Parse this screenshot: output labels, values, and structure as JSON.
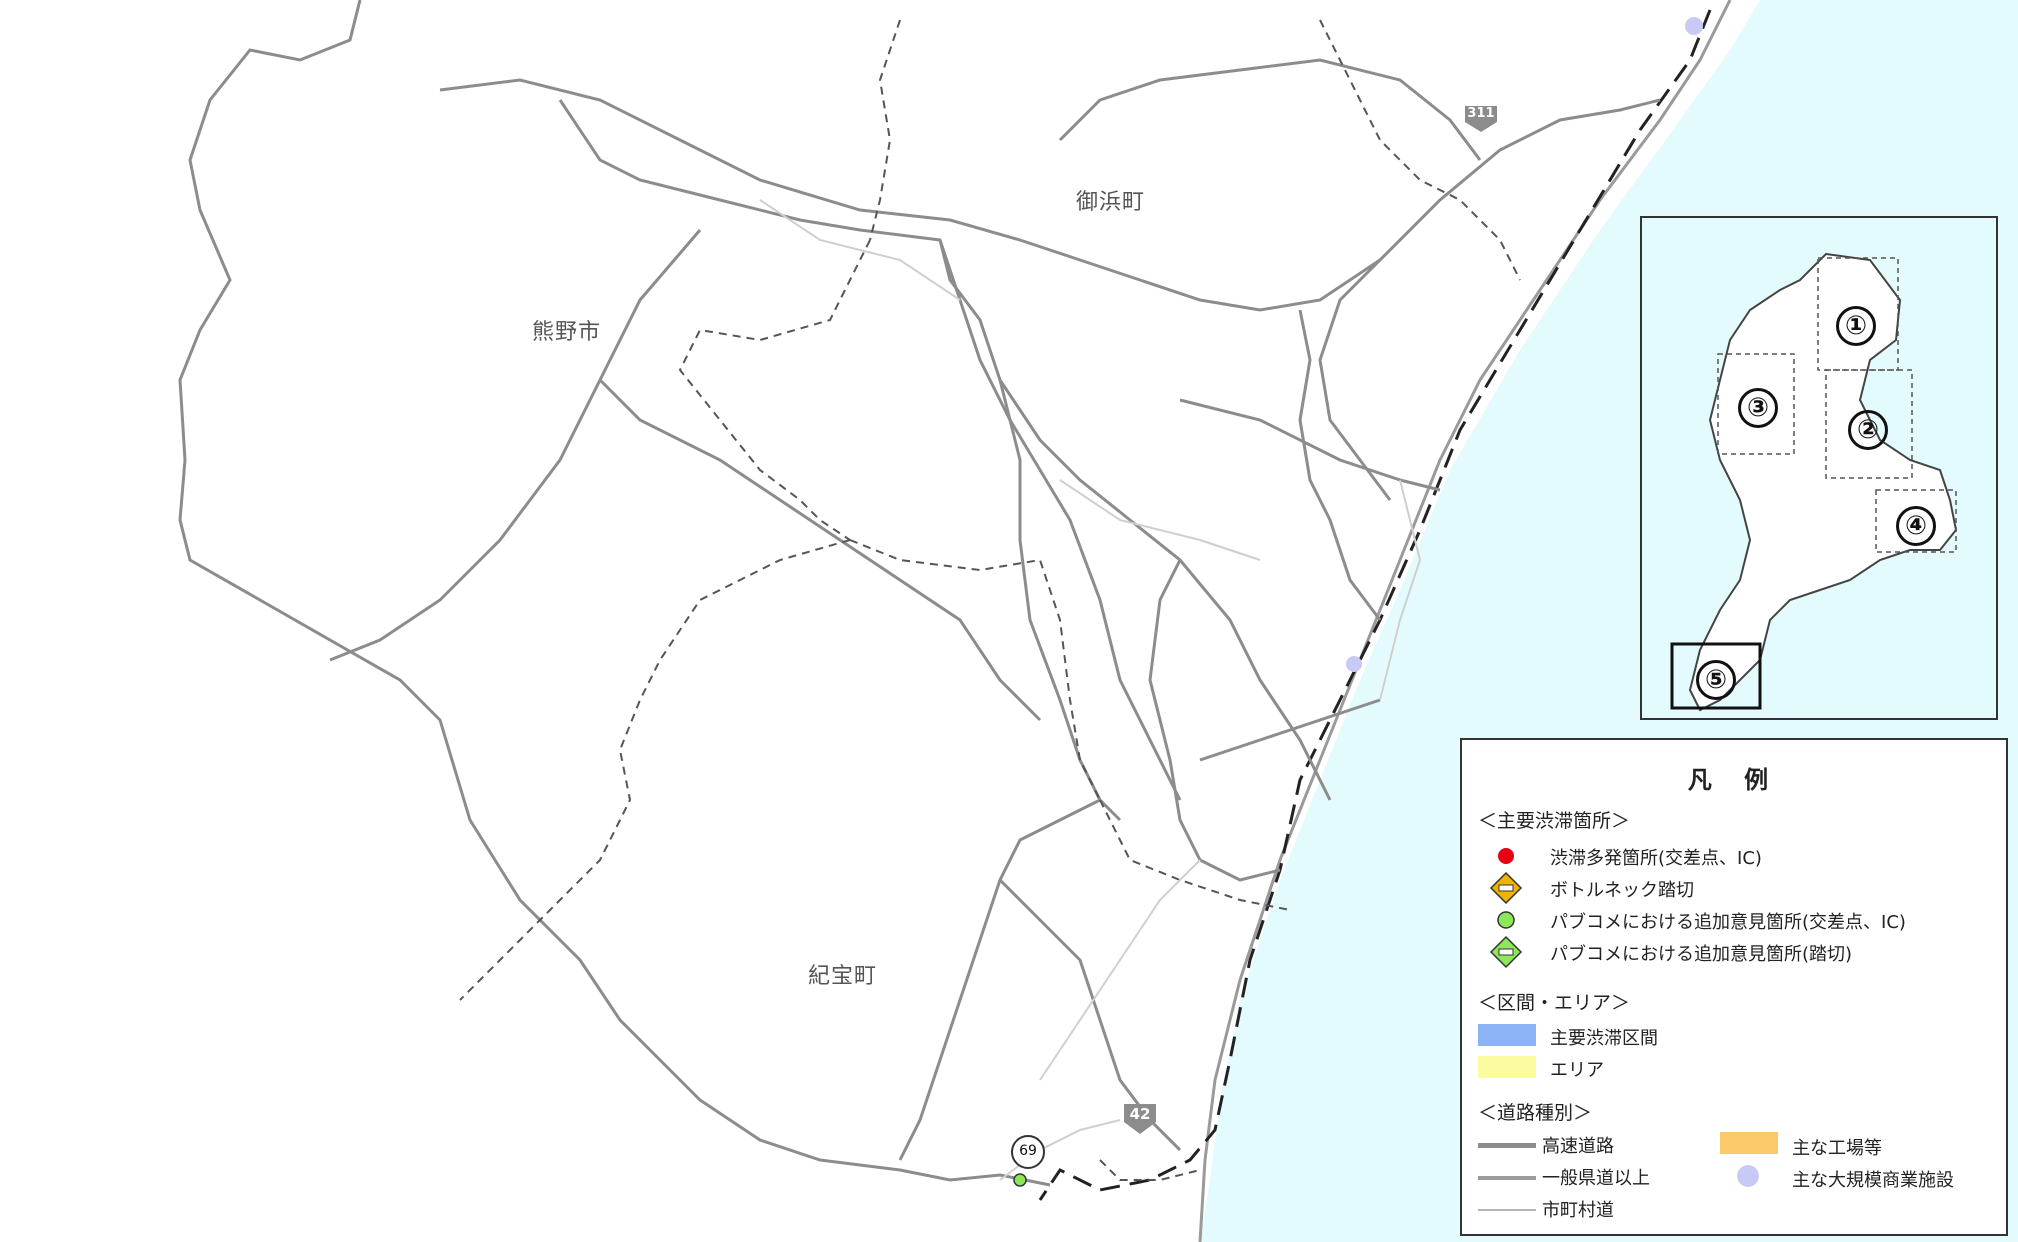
{
  "places": {
    "kumano": "熊野市",
    "mihama": "御浜町",
    "kiho": "紀宝町"
  },
  "route_shields": {
    "r311": "311",
    "r42": "42",
    "p69": "69"
  },
  "inset": {
    "areas": [
      "①",
      "②",
      "③",
      "④",
      "⑤"
    ],
    "current_area": "⑤"
  },
  "legend": {
    "title": "凡 例",
    "section_congestion": "＜主要渋滞箇所＞",
    "item_congestion_point": "渋滞多発箇所(交差点、IC)",
    "item_bottleneck_crossing": "ボトルネック踏切",
    "item_pubcom_point": "パブコメにおける追加意見箇所(交差点、IC)",
    "item_pubcom_crossing": "パブコメにおける追加意見箇所(踏切)",
    "section_area": "＜区間・エリア＞",
    "item_congestion_section": "主要渋滞区間",
    "item_area": "エリア",
    "section_road": "＜道路種別＞",
    "item_expressway": "高速道路",
    "item_prefectural": "一般県道以上",
    "item_municipal": "市町村道",
    "item_factory": "主な工場等",
    "item_commercial": "主な大規模商業施設"
  },
  "colors": {
    "sea": "#e4fbfd",
    "road_major": "#8c8c8c",
    "road_minor": "#cfcfcf",
    "congestion_point": "#e60012",
    "bottleneck": "#f0b400",
    "pubcom": "#8ee65a",
    "congestion_section": "#8bb3f5",
    "area": "#fdfba0",
    "factory": "#fbc96a",
    "commercial": "#c9c9f5"
  }
}
